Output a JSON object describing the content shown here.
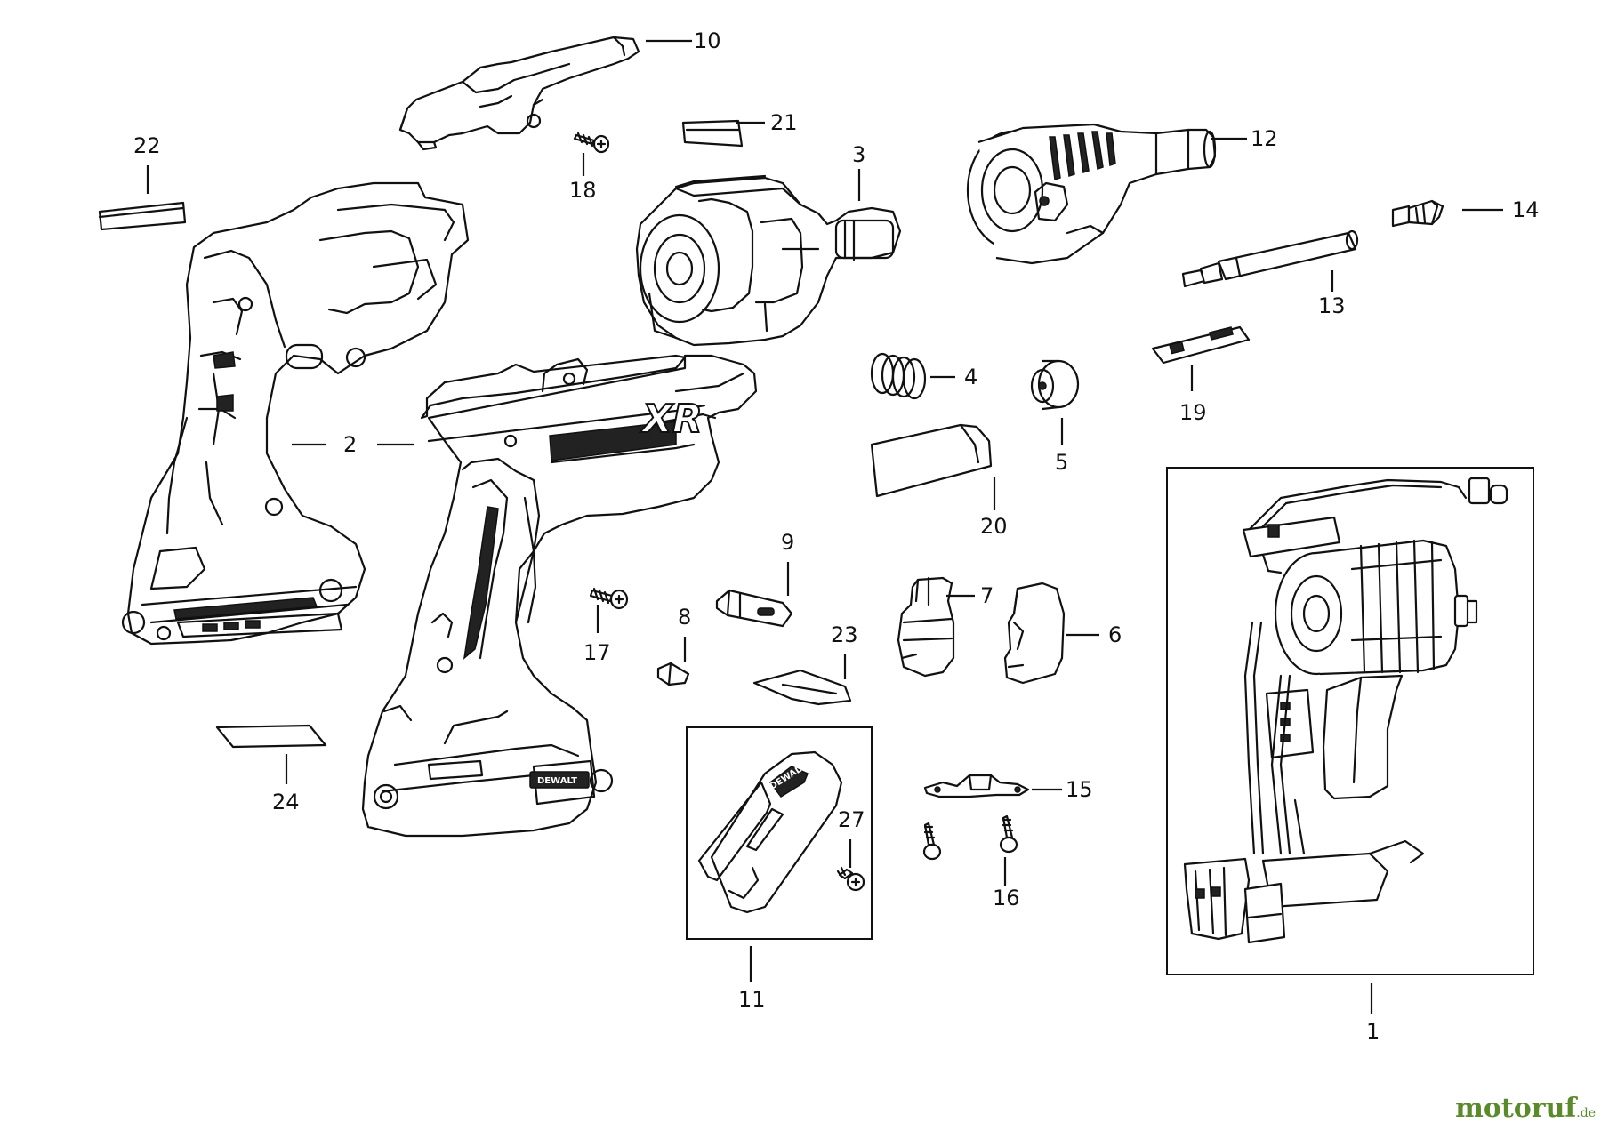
{
  "callouts": {
    "c1": "1",
    "c2a": "2",
    "c2b": "2",
    "c3": "3",
    "c4": "4",
    "c5": "5",
    "c6": "6",
    "c7": "7",
    "c8": "8",
    "c9": "9",
    "c10": "10",
    "c11": "11",
    "c12": "12",
    "c13": "13",
    "c14": "14",
    "c15": "15",
    "c16": "16",
    "c17": "17",
    "c18": "18",
    "c19": "19",
    "c20": "20",
    "c21": "21",
    "c22": "22",
    "c23": "23",
    "c24": "24",
    "c27": "27"
  },
  "logo": {
    "housing_badge": "XR",
    "brand_badge": "DEWALT",
    "clip_badge": "DEWALT"
  },
  "watermark": {
    "main": "motoruf",
    "tld": ".de"
  }
}
